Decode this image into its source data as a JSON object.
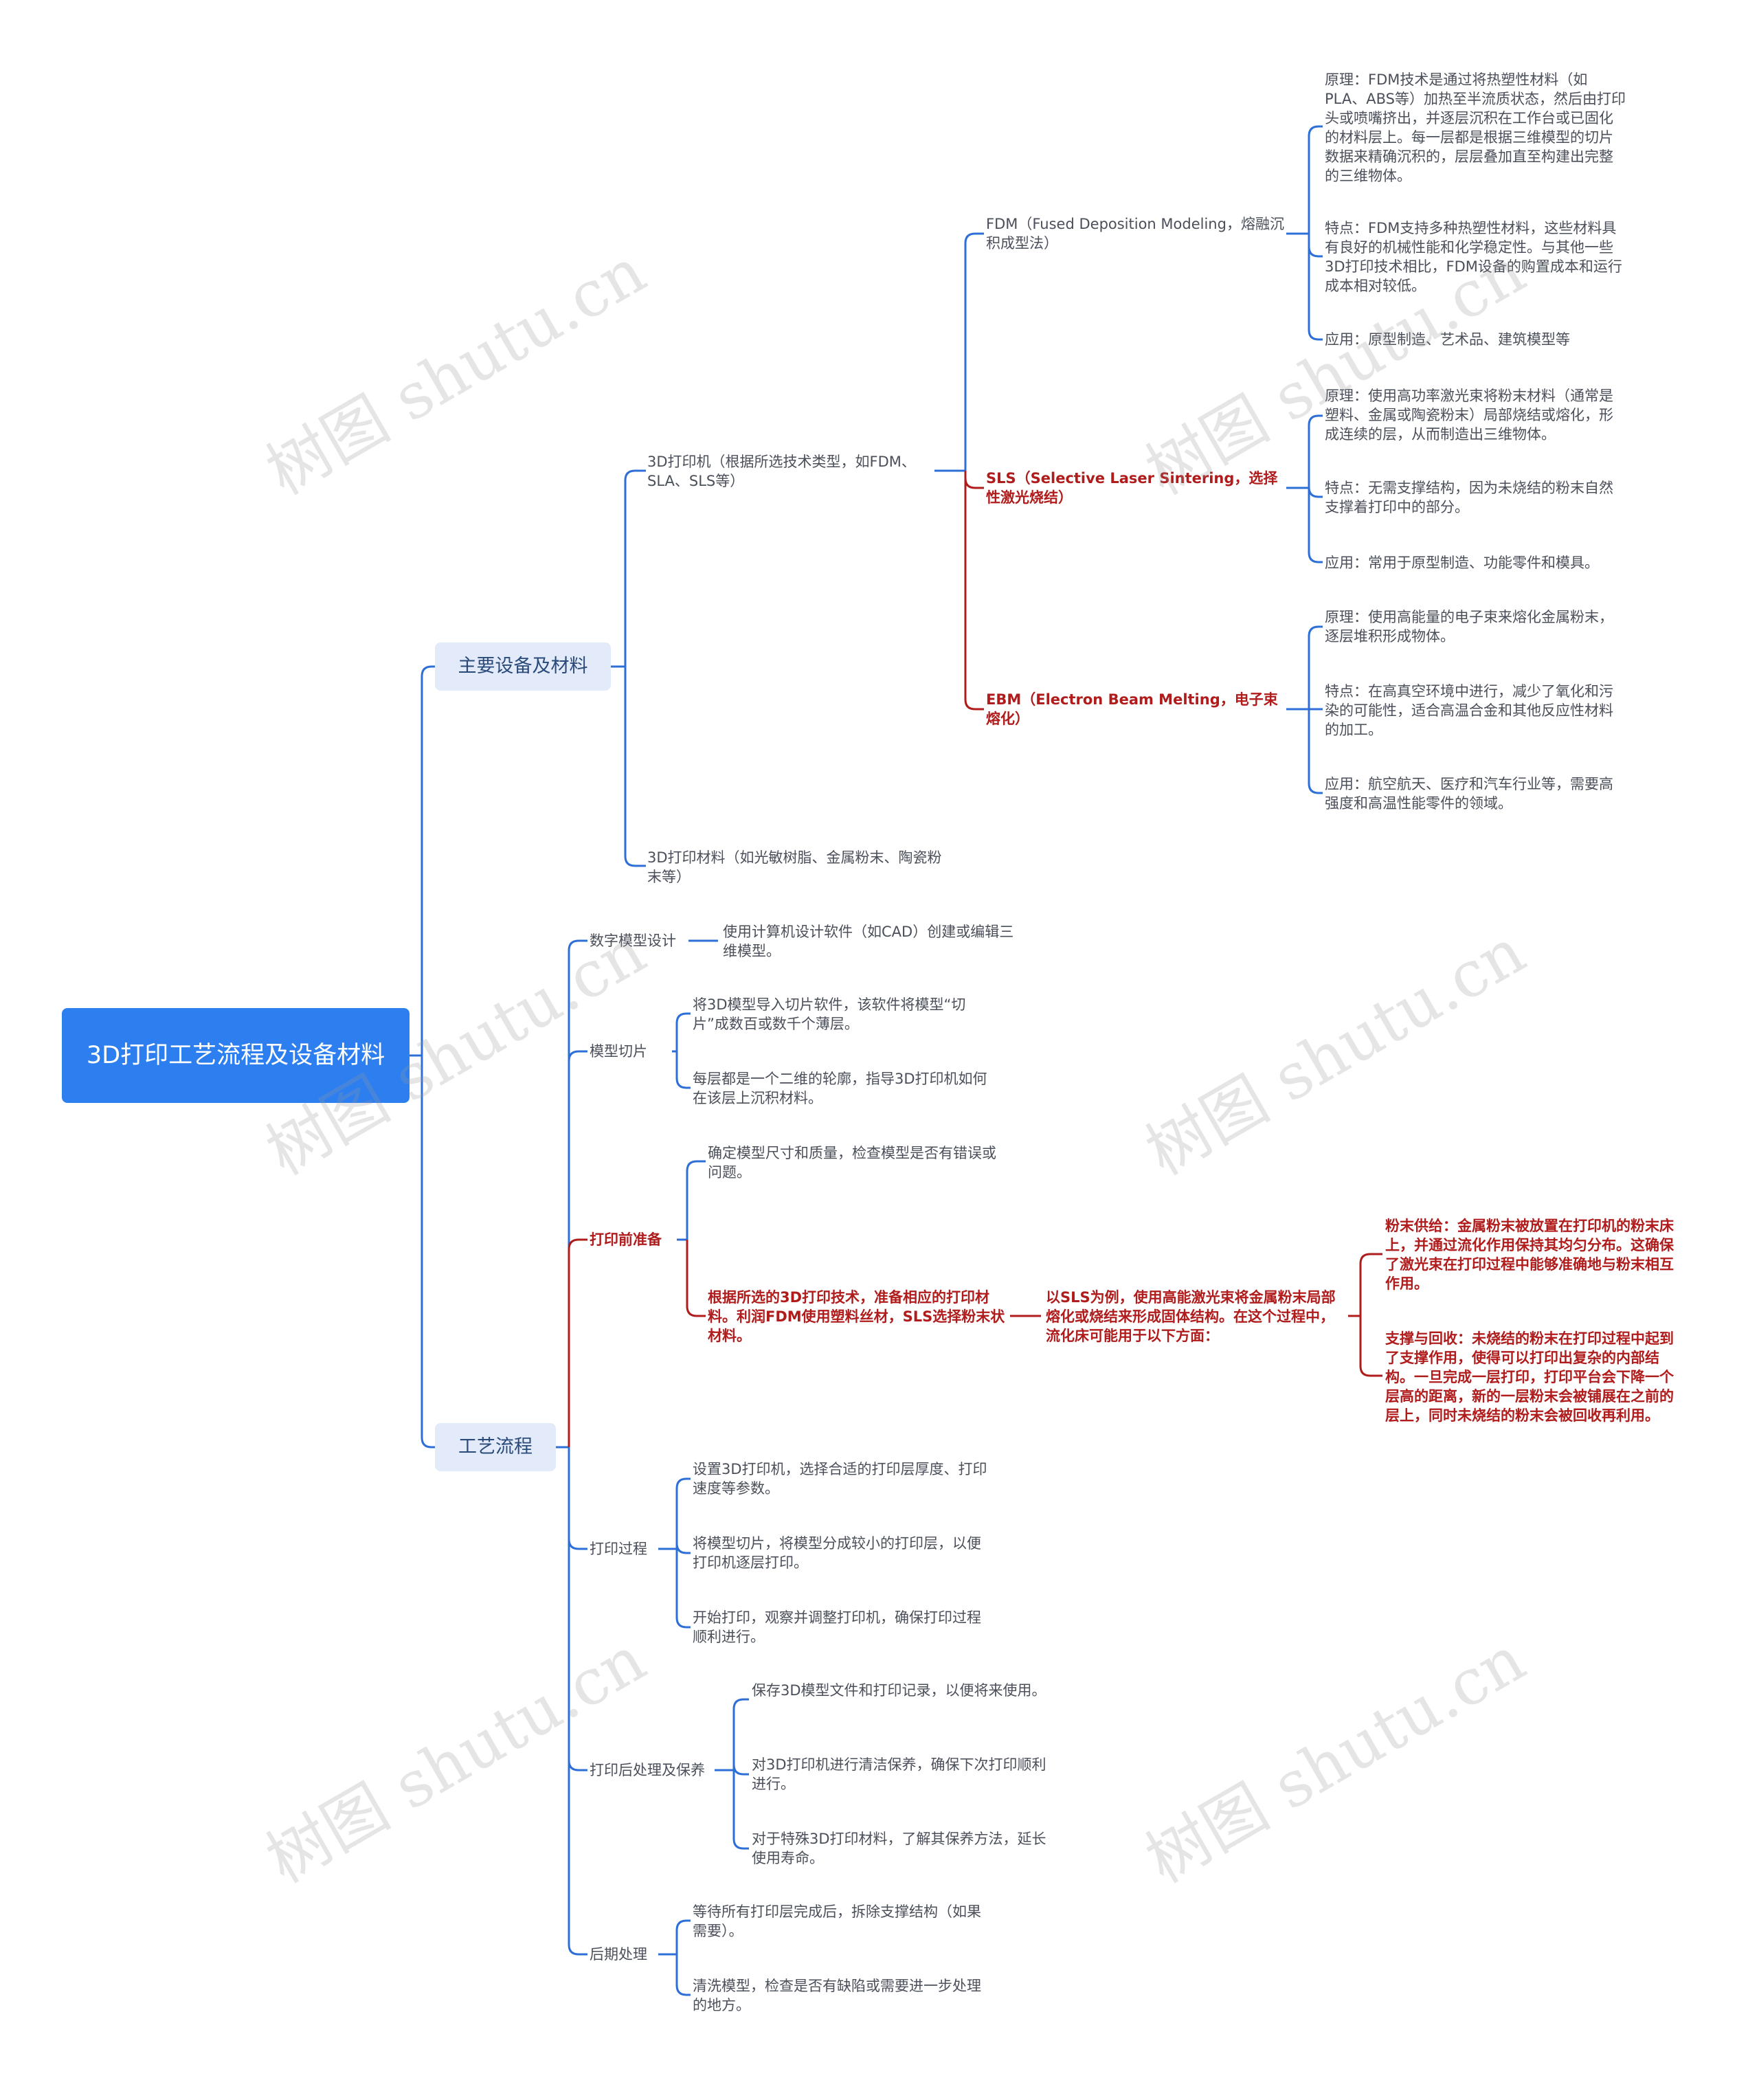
{
  "root": "3D打印工艺流程及设备材料",
  "equipment": {
    "label": "主要设备及材料",
    "printer": "3D打印机（根据所选技术类型，如FDM、SLA、SLS等）",
    "materials": "3D打印材料（如光敏树脂、金属粉末、陶瓷粉末等）",
    "fdm": {
      "label": "FDM（Fused Deposition Modeling，熔融沉积成型法）",
      "principle": "原理：FDM技术是通过将热塑性材料（如PLA、ABS等）加热至半流质状态，然后由打印头或喷嘴挤出，并逐层沉积在工作台或已固化的材料层上。每一层都是根据三维模型的切片数据来精确沉积的，层层叠加直至构建出完整的三维物体。",
      "feature": "特点：FDM支持多种热塑性材料，这些材料具有良好的机械性能和化学稳定性。与其他一些3D打印技术相比，FDM设备的购置成本和运行成本相对较低。",
      "application": "应用：原型制造、艺术品、建筑模型等"
    },
    "sls": {
      "label": "SLS（Selective Laser Sintering，选择性激光烧结）",
      "principle": "原理：使用高功率激光束将粉末材料（通常是塑料、金属或陶瓷粉末）局部烧结或熔化，形成连续的层，从而制造出三维物体。",
      "feature": "特点：无需支撑结构，因为未烧结的粉末自然支撑着打印中的部分。",
      "application": "应用：常用于原型制造、功能零件和模具。"
    },
    "ebm": {
      "label": "EBM（Electron Beam Melting，电子束熔化）",
      "principle": "原理：使用高能量的电子束来熔化金属粉末，逐层堆积形成物体。",
      "feature": "特点：在高真空环境中进行，减少了氧化和污染的可能性，适合高温合金和其他反应性材料的加工。",
      "application": "应用：航空航天、医疗和汽车行业等，需要高强度和高温性能零件的领域。"
    }
  },
  "process": {
    "label": "工艺流程",
    "design": {
      "label": "数字模型设计",
      "items": [
        "使用计算机设计软件（如CAD）创建或编辑三维模型。"
      ]
    },
    "slicing": {
      "label": "模型切片",
      "items": [
        "将3D模型导入切片软件，该软件将模型“切片”成数百或数千个薄层。",
        "每层都是一个二维的轮廓，指导3D打印机如何在该层上沉积材料。"
      ]
    },
    "prep": {
      "label": "打印前准备",
      "items": [
        "确定模型尺寸和质量，检查模型是否有错误或问题。",
        "根据所选的3D打印技术，准备相应的打印材料。利润FDM使用塑料丝材，SLS选择粉末状材料。"
      ],
      "sls_note": "以SLS为例，使用高能激光束将金属粉末局部熔化或烧结来形成固体结构。在这个过程中，流化床可能用于以下方面：",
      "powder_supply": "粉末供给：金属粉末被放置在打印机的粉末床上，并通过流化作用保持其均匀分布。这确保了激光束在打印过程中能够准确地与粉末相互作用。",
      "support": "支撑与回收：未烧结的粉末在打印过程中起到了支撑作用，使得可以打印出复杂的内部结构。一旦完成一层打印，打印平台会下降一个层高的距离，新的一层粉末会被铺展在之前的层上，同时未烧结的粉末会被回收再利用。"
    },
    "printing": {
      "label": "打印过程",
      "items": [
        "设置3D打印机，选择合适的打印层厚度、打印速度等参数。",
        "将模型切片，将模型分成较小的打印层，以便打印机逐层打印。",
        "开始打印，观察并调整打印机，确保打印过程顺利进行。"
      ]
    },
    "maintenance": {
      "label": "打印后处理及保养",
      "items": [
        "保存3D模型文件和打印记录，以便将来使用。",
        "对3D打印机进行清洁保养，确保下次打印顺利进行。",
        "对于特殊3D打印材料，了解其保养方法，延长使用寿命。"
      ]
    },
    "post": {
      "label": "后期处理",
      "items": [
        "等待所有打印层完成后，拆除支撑结构（如果需要）。",
        "清洗模型，检查是否有缺陷或需要进一步处理的地方。"
      ]
    }
  },
  "watermark": "树图 shutu.cn",
  "colors": {
    "root": "#2d7ff0",
    "line": "#2d6fd6",
    "highlight": "#b01c1c",
    "l1_bg": "#e3ebfa"
  }
}
